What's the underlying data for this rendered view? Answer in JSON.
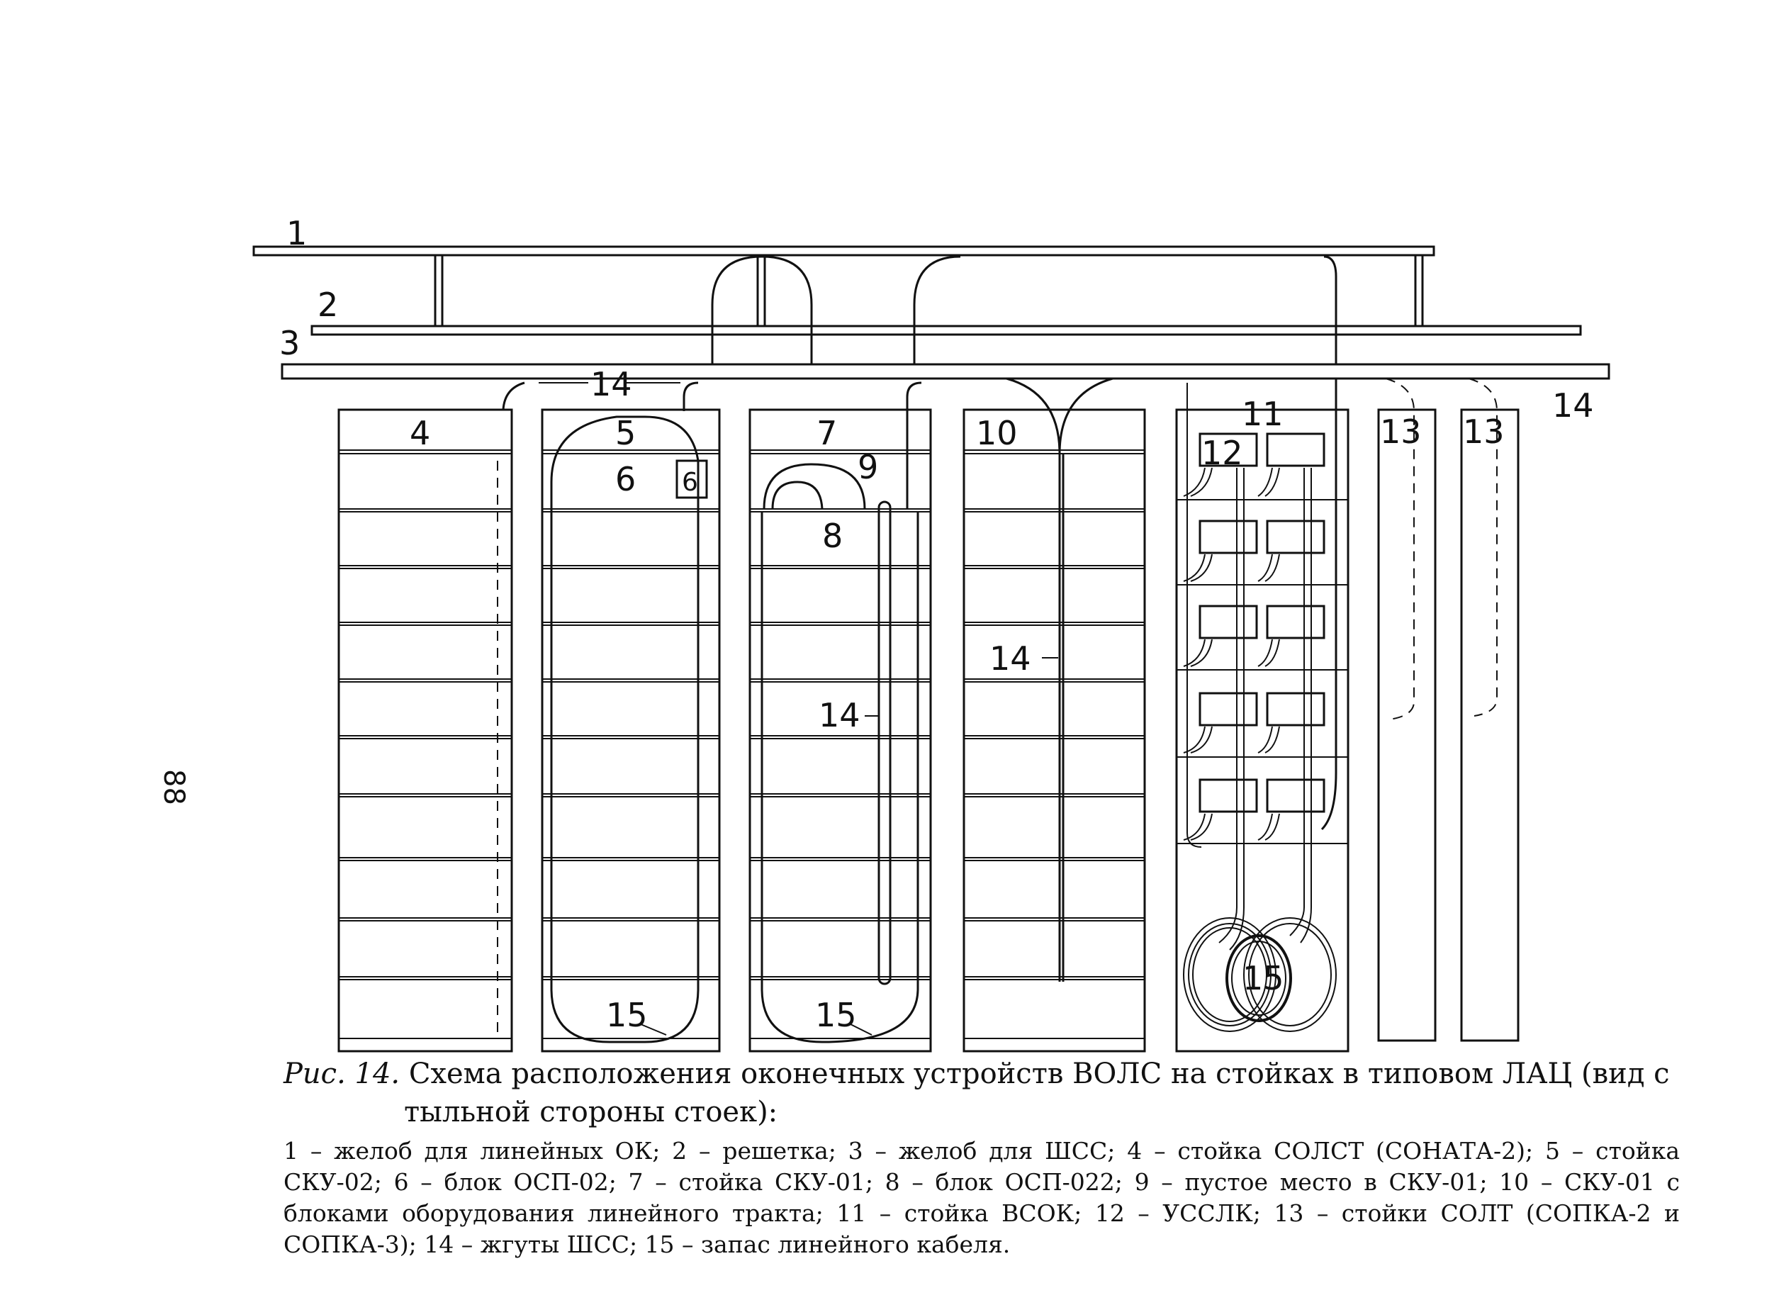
{
  "page_number": "88",
  "labels": {
    "l1": "1",
    "l2": "2",
    "l3": "3",
    "l4": "4",
    "l5": "5",
    "l6": "6",
    "l7": "7",
    "l8": "8",
    "l9": "9",
    "l10": "10",
    "l11": "11",
    "l12": "12",
    "l13a": "13",
    "l13b": "13",
    "l14a": "14",
    "l14b": "14",
    "l14c": "14",
    "l14d": "14",
    "l15a": "15",
    "l15b": "15",
    "l15c": "15",
    "box6": "6"
  },
  "caption": {
    "fig": "Рис. 14.",
    "title_1": "Схема расположения оконечных устройств ВОЛС на стойках в типовом ЛАЦ (вид с",
    "title_2": "тыльной стороны стоек):",
    "body": "1 – желоб для линейных ОК; 2 – решетка; 3 – желоб для ШСС; 4 – стойка СОЛСТ (СОНАТА-2); 5 – стойка СКУ-02; 6 – блок ОСП-02; 7 – стойка СКУ-01; 8 – блок ОСП-022; 9 – пустое место в СКУ-01; 10 – СКУ-01 с блоками оборудования линейного тракта; 11 – стойка ВСОК; 12 – УССЛК; 13 – стойки СОЛТ (СОПКА-2 и СОПКА-3); 14 – жгуты ШСС; 15 – запас линейного кабеля."
  }
}
